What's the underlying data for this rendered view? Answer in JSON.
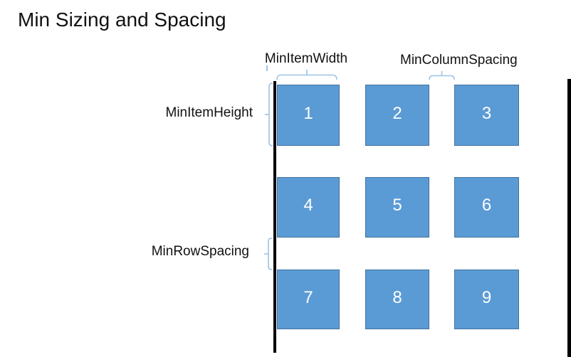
{
  "title": "Min Sizing and Spacing",
  "labels": {
    "min_item_width": "MinItemWidth",
    "min_column_spacing": "MinColumnSpacing",
    "min_item_height": "MinItemHeight",
    "min_row_spacing": "MinRowSpacing"
  },
  "grid": {
    "rows": 3,
    "columns": 3,
    "items": [
      {
        "label": "1"
      },
      {
        "label": "2"
      },
      {
        "label": "3"
      },
      {
        "label": "4"
      },
      {
        "label": "5"
      },
      {
        "label": "6"
      },
      {
        "label": "7"
      },
      {
        "label": "8"
      },
      {
        "label": "9"
      }
    ]
  },
  "colors": {
    "square_fill": "#5B9BD5",
    "square_border": "#41719C",
    "square_number": "#FFFFFF",
    "brace": "#9DC3E6",
    "boundary_line": "#000000",
    "text": "#111111",
    "background": "#FFFFFF"
  }
}
